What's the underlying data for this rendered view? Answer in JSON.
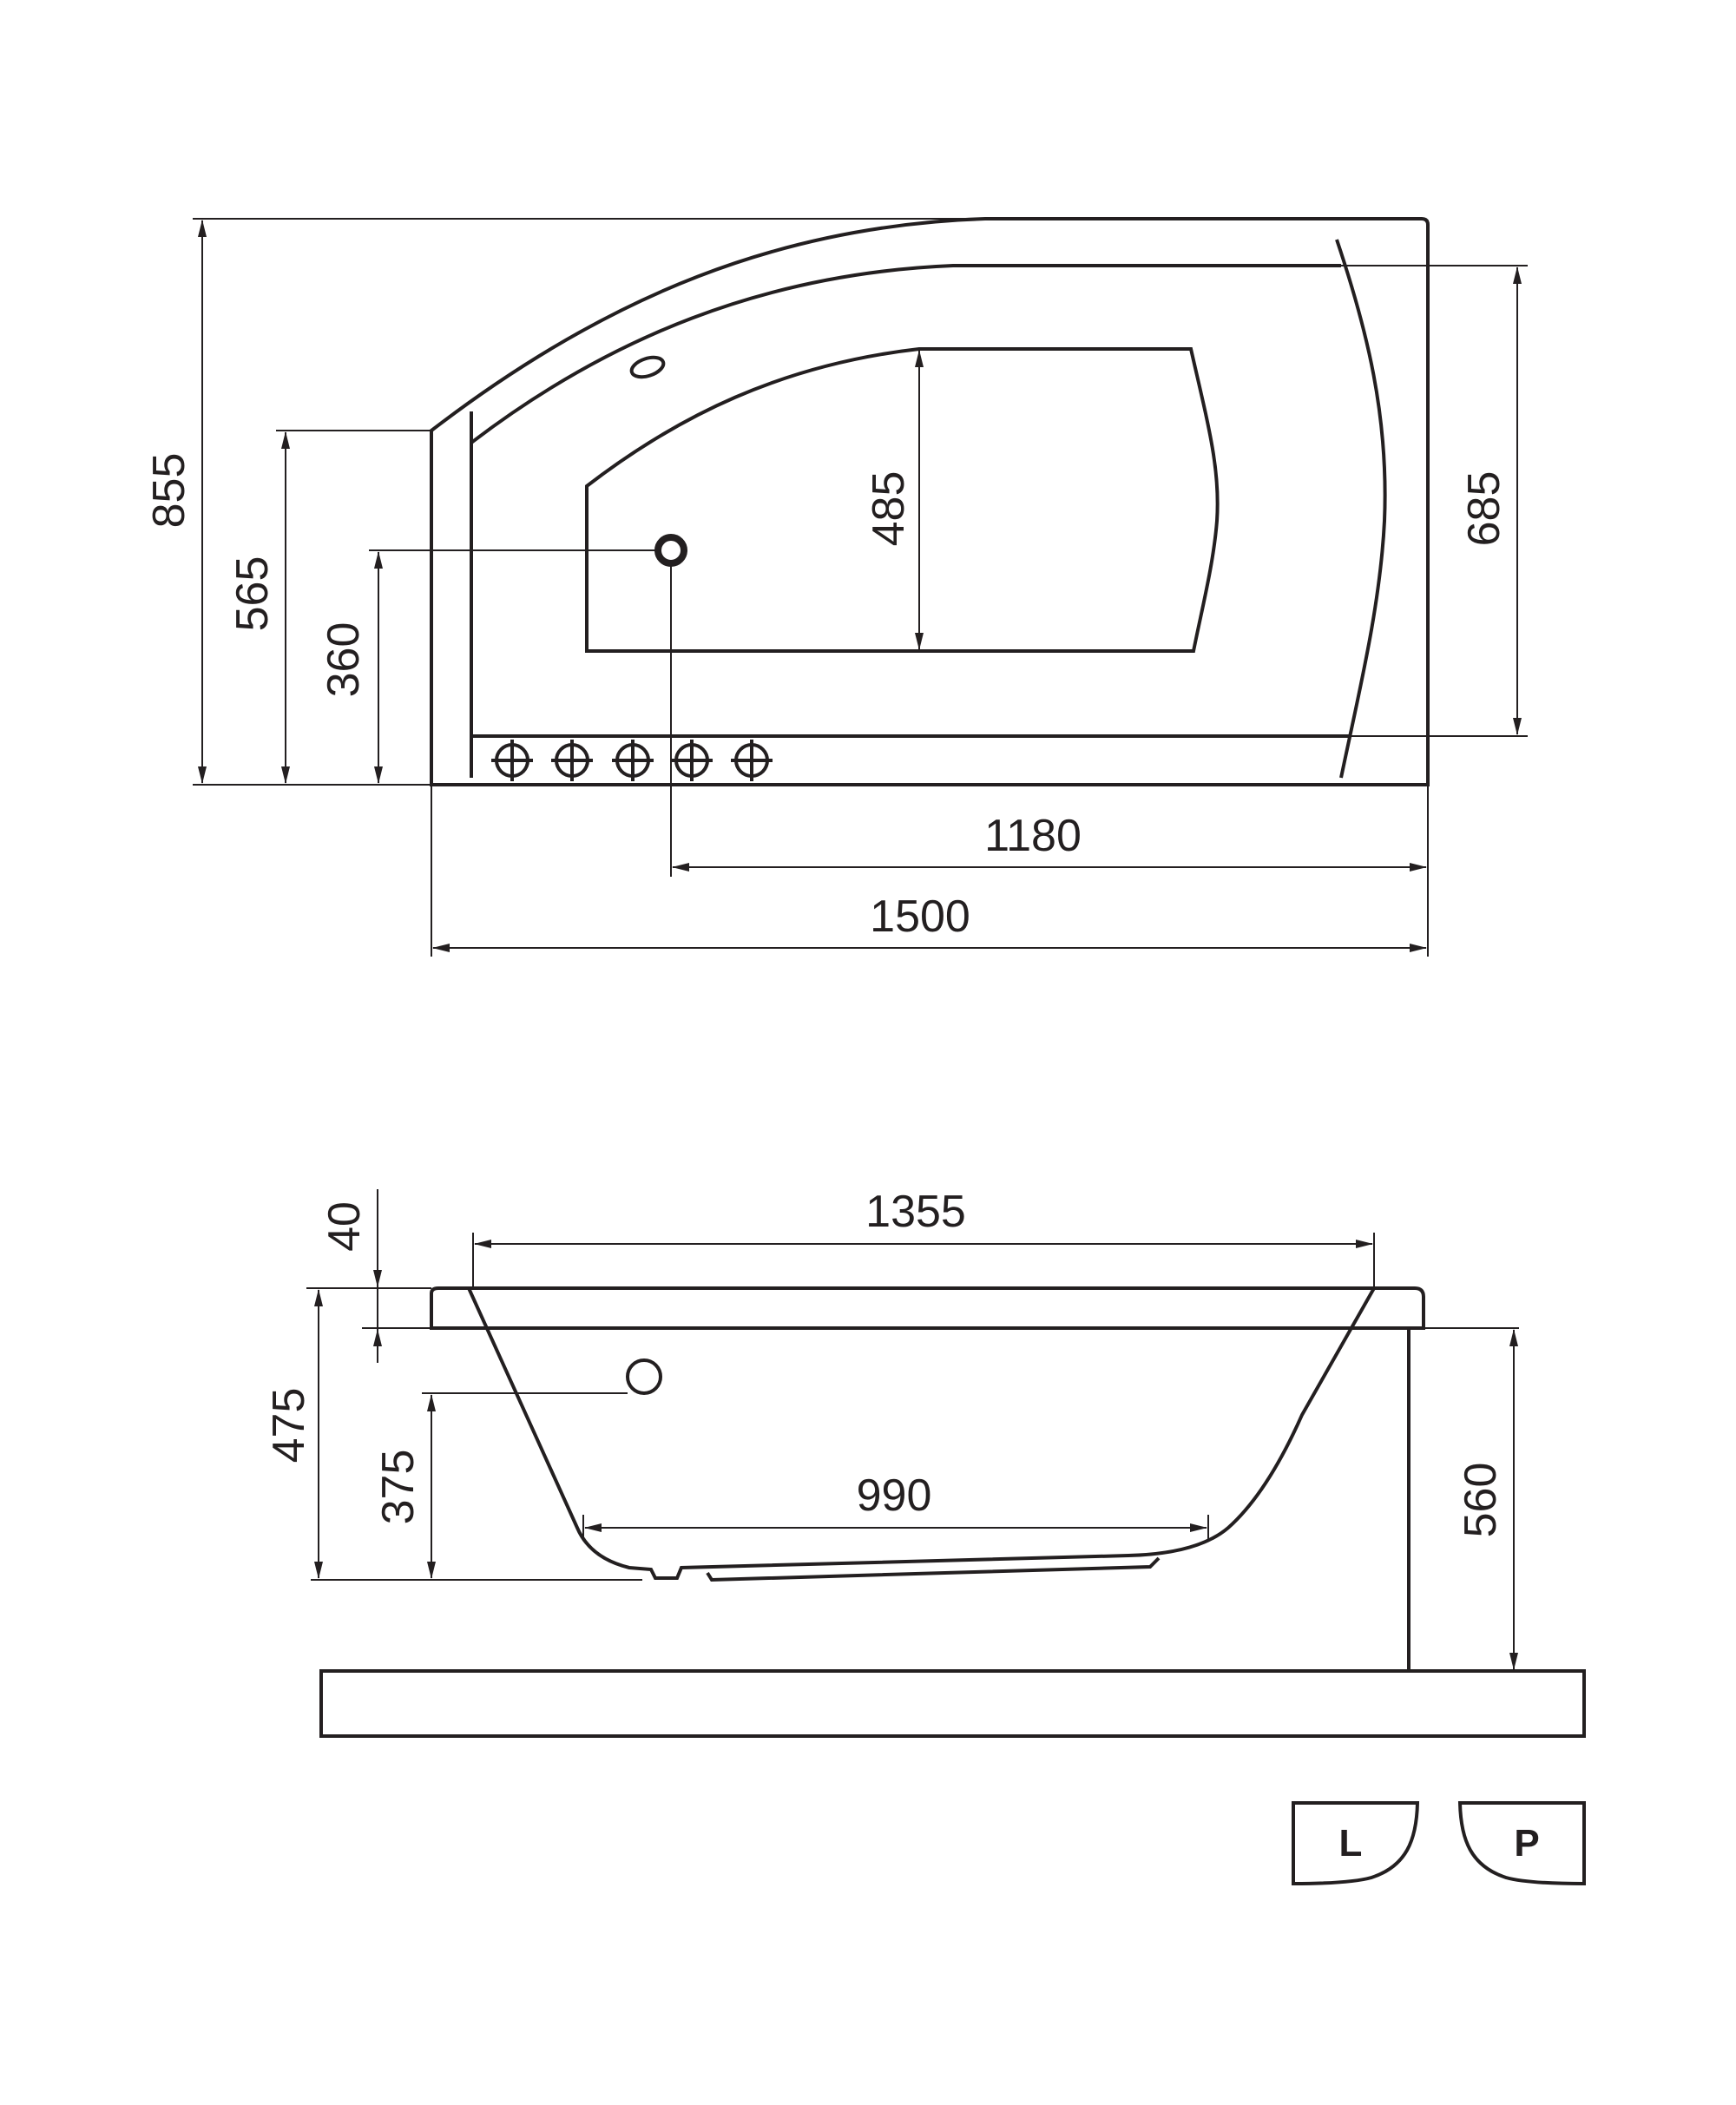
{
  "top_view": {
    "dimensions": {
      "total_length": "1500",
      "drain_to_end": "1180",
      "total_width": "855",
      "side_height": "565",
      "drain_offset": "360",
      "inner_depth": "485",
      "right_side": "685"
    }
  },
  "side_view": {
    "dimensions": {
      "top_length": "1355",
      "rim_thickness": "40",
      "depth": "475",
      "overflow_height": "375",
      "bottom_length": "990",
      "height_to_floor": "560"
    }
  },
  "variants": {
    "left_label": "L",
    "right_label": "P"
  }
}
